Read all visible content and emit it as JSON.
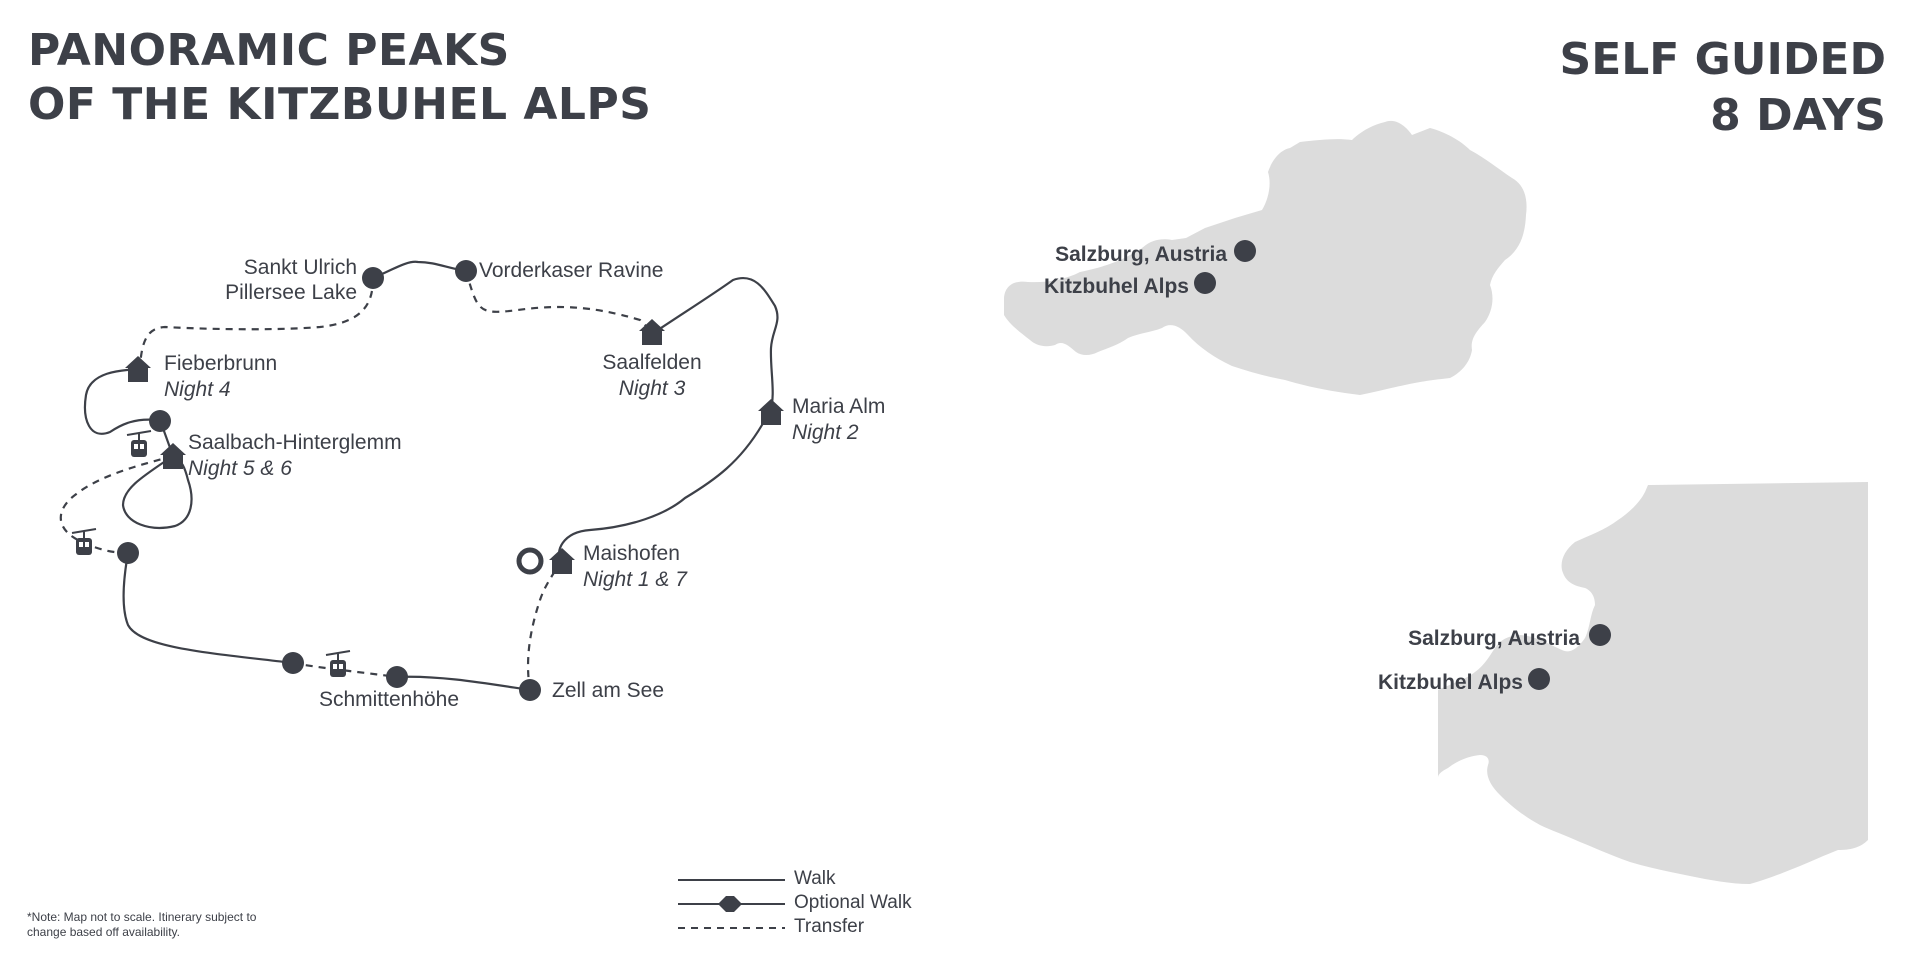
{
  "header": {
    "title_line1": "PANORAMIC PEAKS",
    "title_line2": "OF THE KITZBUHEL ALPS",
    "tour_type": "SELF GUIDED",
    "duration": "8 DAYS"
  },
  "route": {
    "stops": [
      {
        "id": "sankt-ulrich",
        "name": "Sankt Ulrich",
        "name2": "Pillersee Lake",
        "type": "point"
      },
      {
        "id": "vorderkaser",
        "name": "Vorderkaser Ravine",
        "type": "point"
      },
      {
        "id": "saalfelden",
        "name": "Saalfelden",
        "night": "Night 3",
        "type": "accommodation"
      },
      {
        "id": "maria-alm",
        "name": "Maria Alm",
        "night": "Night 2",
        "type": "accommodation"
      },
      {
        "id": "fieberbrunn",
        "name": "Fieberbrunn",
        "night": "Night 4",
        "type": "accommodation"
      },
      {
        "id": "saalbach",
        "name": "Saalbach-Hinterglemm",
        "night": "Night 5 & 6",
        "type": "accommodation"
      },
      {
        "id": "maishofen",
        "name": "Maishofen",
        "night": "Night 1 & 7",
        "type": "start-accommodation"
      },
      {
        "id": "zell-am-see",
        "name": "Zell am See",
        "type": "point"
      },
      {
        "id": "schmittenhohe",
        "name": "Schmittenhöhe",
        "type": "point"
      }
    ]
  },
  "inset_maps": [
    {
      "id": "austria",
      "points": [
        {
          "label": "Salzburg, Austria"
        },
        {
          "label": "Kitzbuhel Alps"
        }
      ]
    },
    {
      "id": "region",
      "points": [
        {
          "label": "Salzburg, Austria"
        },
        {
          "label": "Kitzbuhel Alps"
        }
      ]
    }
  ],
  "legend": {
    "walk": "Walk",
    "optional_walk": "Optional Walk",
    "transfer": "Transfer"
  },
  "footnote": {
    "line1": "*Note: Map not to scale. Itinerary subject to",
    "line2": "change based off availability."
  },
  "colors": {
    "ink": "#3d4048",
    "land": "#dcdcdc",
    "background": "#ffffff"
  },
  "icons": {
    "accommodation": "house-icon",
    "cable_car": "cable-car-icon",
    "start": "start-ring-icon",
    "stop": "stop-dot-icon"
  }
}
